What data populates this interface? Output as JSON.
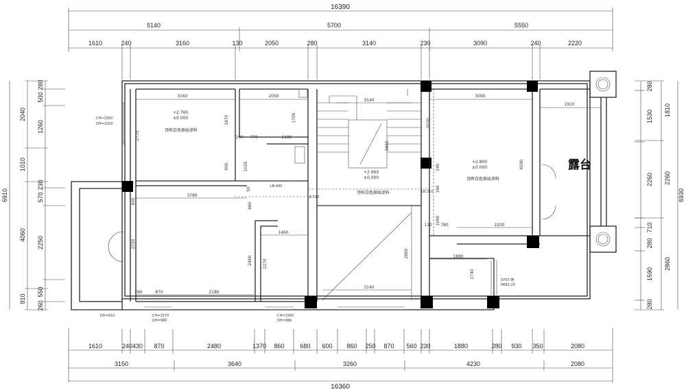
{
  "top_total": "16390",
  "top_row1": [
    "5140",
    "5700",
    "5550"
  ],
  "top_row2": [
    "1610",
    "240",
    "3160",
    "130",
    "2050",
    "280",
    "3140",
    "230",
    "3090",
    "240",
    "2220"
  ],
  "bottom_row1": [
    "1610",
    "240430",
    "870",
    "2480",
    "1370",
    "860",
    "680",
    "600",
    "860",
    "250",
    "870",
    "560",
    "230",
    "1880",
    "280",
    "930",
    "350",
    "2080"
  ],
  "bottom_row2": [
    "3150",
    "3640",
    "3260",
    "4230",
    "2080"
  ],
  "bottom_total": "16360",
  "left_total": "6910",
  "left_outer": [
    "2040",
    "1010",
    "4060",
    "810"
  ],
  "left_inner": [
    "500",
    "280",
    "1260",
    "230",
    "570",
    "2250",
    "550",
    "260"
  ],
  "right_total": "6930",
  "right_outer": [
    "1810",
    "2260",
    "2860"
  ],
  "right_inner": [
    "280",
    "1530",
    "2260",
    "280",
    "710",
    "1590",
    "280"
  ],
  "balcony_label": "露台",
  "rooms": {
    "room1": {
      "elev1": "+2.760",
      "elev2": "±0.000",
      "ceiling": "顶有白色原始涂料"
    },
    "room2": {
      "elev1": "+2.960",
      "elev2": "±0.000",
      "ceiling": "顶有白色原始涂料"
    },
    "room3": {
      "elev1": "+2.800",
      "elev2": "±0.000",
      "ceiling": "顶有白色原始涂料"
    }
  },
  "inner_dims": {
    "d3160": "3160",
    "d2050": "2050",
    "d3140": "3140",
    "d3090": "3090",
    "d1910": "1910",
    "d2770": "2770",
    "d1870": "1870",
    "d1700": "1700",
    "d100": "100",
    "d770": "770",
    "d1180": "1180",
    "d900": "900",
    "d1020": "1020",
    "d3460": "3460",
    "d2020": "2020",
    "d4590": "4590",
    "d3780": "3780",
    "d400": "400",
    "d860": "860",
    "d2250": "2250",
    "d1460": "1460",
    "d2460": "2460",
    "d2270": "2270",
    "d2860": "2860",
    "d3140b": "3140",
    "d870": "870",
    "d2180": "2180",
    "d280": "280",
    "d1880": "1880",
    "d1740": "1740",
    "d2200": "2200",
    "d780": "780",
    "d110": "110",
    "d1090": "1090",
    "d50": "50",
    "d160": "160",
    "d240": "240"
  },
  "annotations": {
    "lb400": "LB:400",
    "lb510": "LB:510",
    "lb210": "LB:210",
    "ch1550": "CH=1550",
    "dh1020": "DH=1020",
    "ch1570": "CH=1570",
    "dh980": "DH=980",
    "ch1560": "CH=1560",
    "dh980b": "DH=980",
    "dh610": "DH=610",
    "d0701": "0707-地",
    "d0702": "0681-20"
  }
}
